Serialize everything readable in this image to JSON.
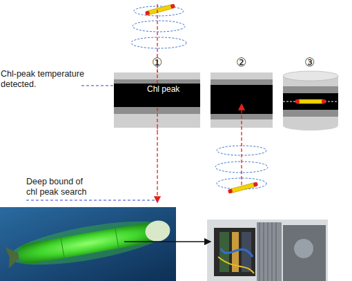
{
  "diagram": {
    "nodes": [
      {
        "text": [
          "Chl peak"
        ]
      }
    ],
    "labels": [
      "①",
      "②",
      "③",
      "Chl-peak temperature detected.",
      "Deep bound of chl peak search"
    ]
  }
}
